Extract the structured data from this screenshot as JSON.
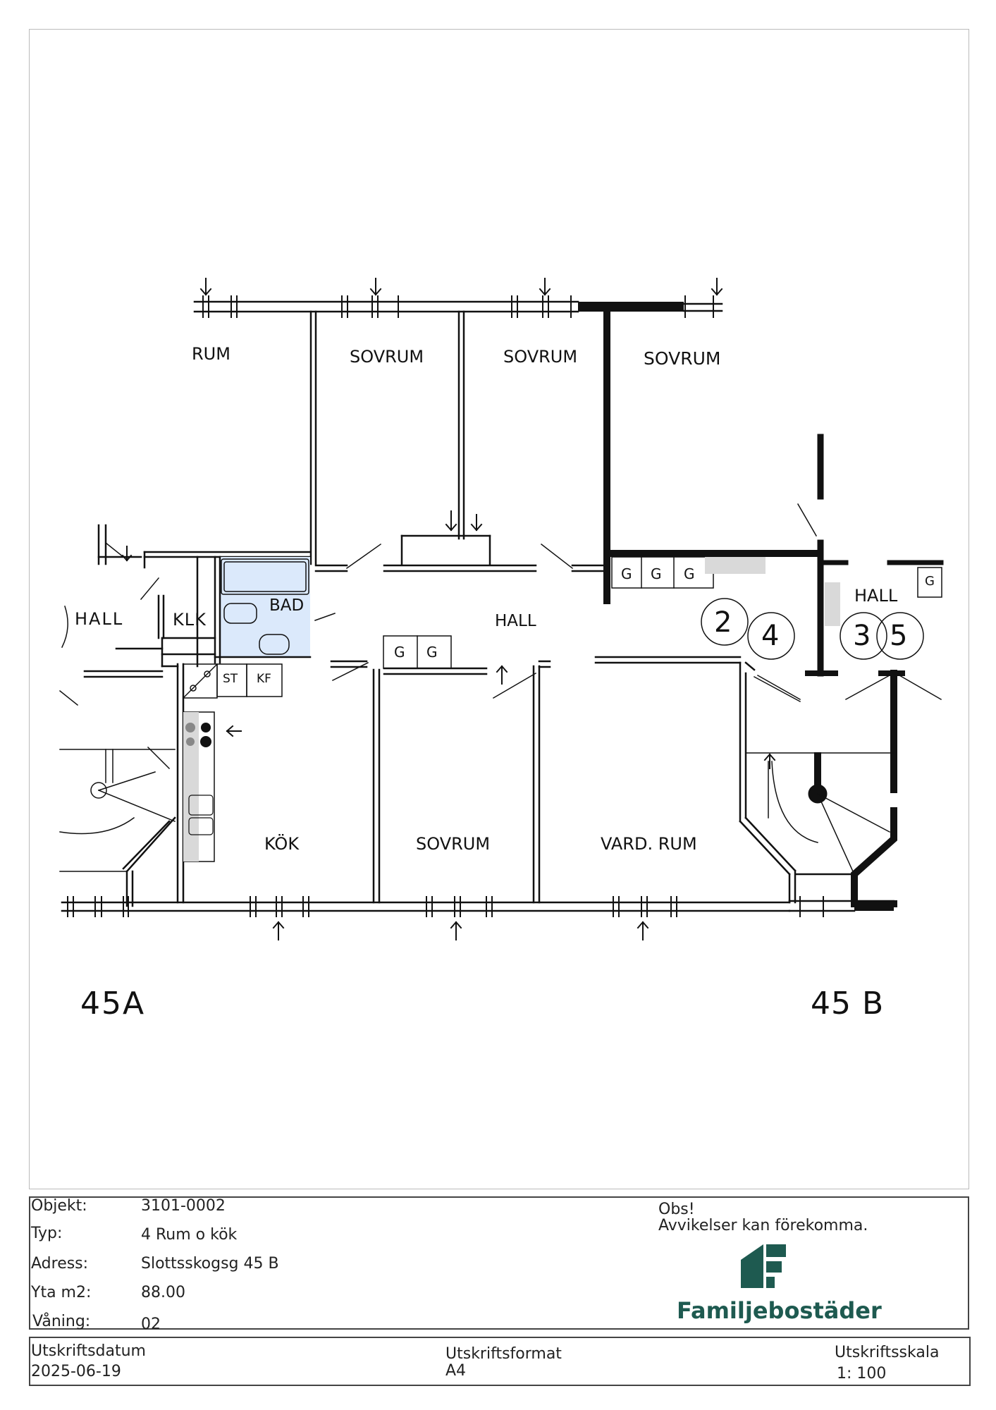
{
  "plan": {
    "rooms": {
      "rum_partial": "RUM",
      "sovrum_1": "SOVRUM",
      "sovrum_2": "SOVRUM",
      "sovrum_3": "SOVRUM",
      "sovrum_4": "SOVRUM",
      "bad": "BAD",
      "hall_main": "HALL",
      "hall_left": "HALL",
      "klk": "KLK",
      "kok": "KÖK",
      "vard_rum": "VARD. RUM",
      "hall_right": "HALL"
    },
    "fixtures": {
      "st": "ST",
      "kf": "KF",
      "g": "G"
    },
    "stairs": {
      "s2": "2",
      "s4": "4",
      "s3": "3",
      "s5": "5"
    },
    "entrances": {
      "left": "45A",
      "right": "45 B"
    }
  },
  "info": {
    "objekt_label": "Objekt:",
    "objekt_value": "3101-0002",
    "typ_label": "Typ:",
    "typ_value": "4 Rum o kök",
    "adress_label": "Adress:",
    "adress_value": "Slottsskogsg 45 B",
    "yta_label": "Yta m2:",
    "yta_value": "88.00",
    "vaning_label": "Våning:",
    "vaning_value": "02",
    "obs_label": "Obs!",
    "obs_text": "Avvikelser kan förekomma.",
    "brand_name": "Familjebostäder",
    "brand_icon": "familjebostader-logo-icon",
    "brand_color": "#1e5a50"
  },
  "print": {
    "datum_label": "Utskriftsdatum",
    "datum_value": "2025-06-19",
    "format_label": "Utskriftsformat",
    "format_value": "A4",
    "skala_label": "Utskriftsskala",
    "skala_value": "1: 100"
  }
}
